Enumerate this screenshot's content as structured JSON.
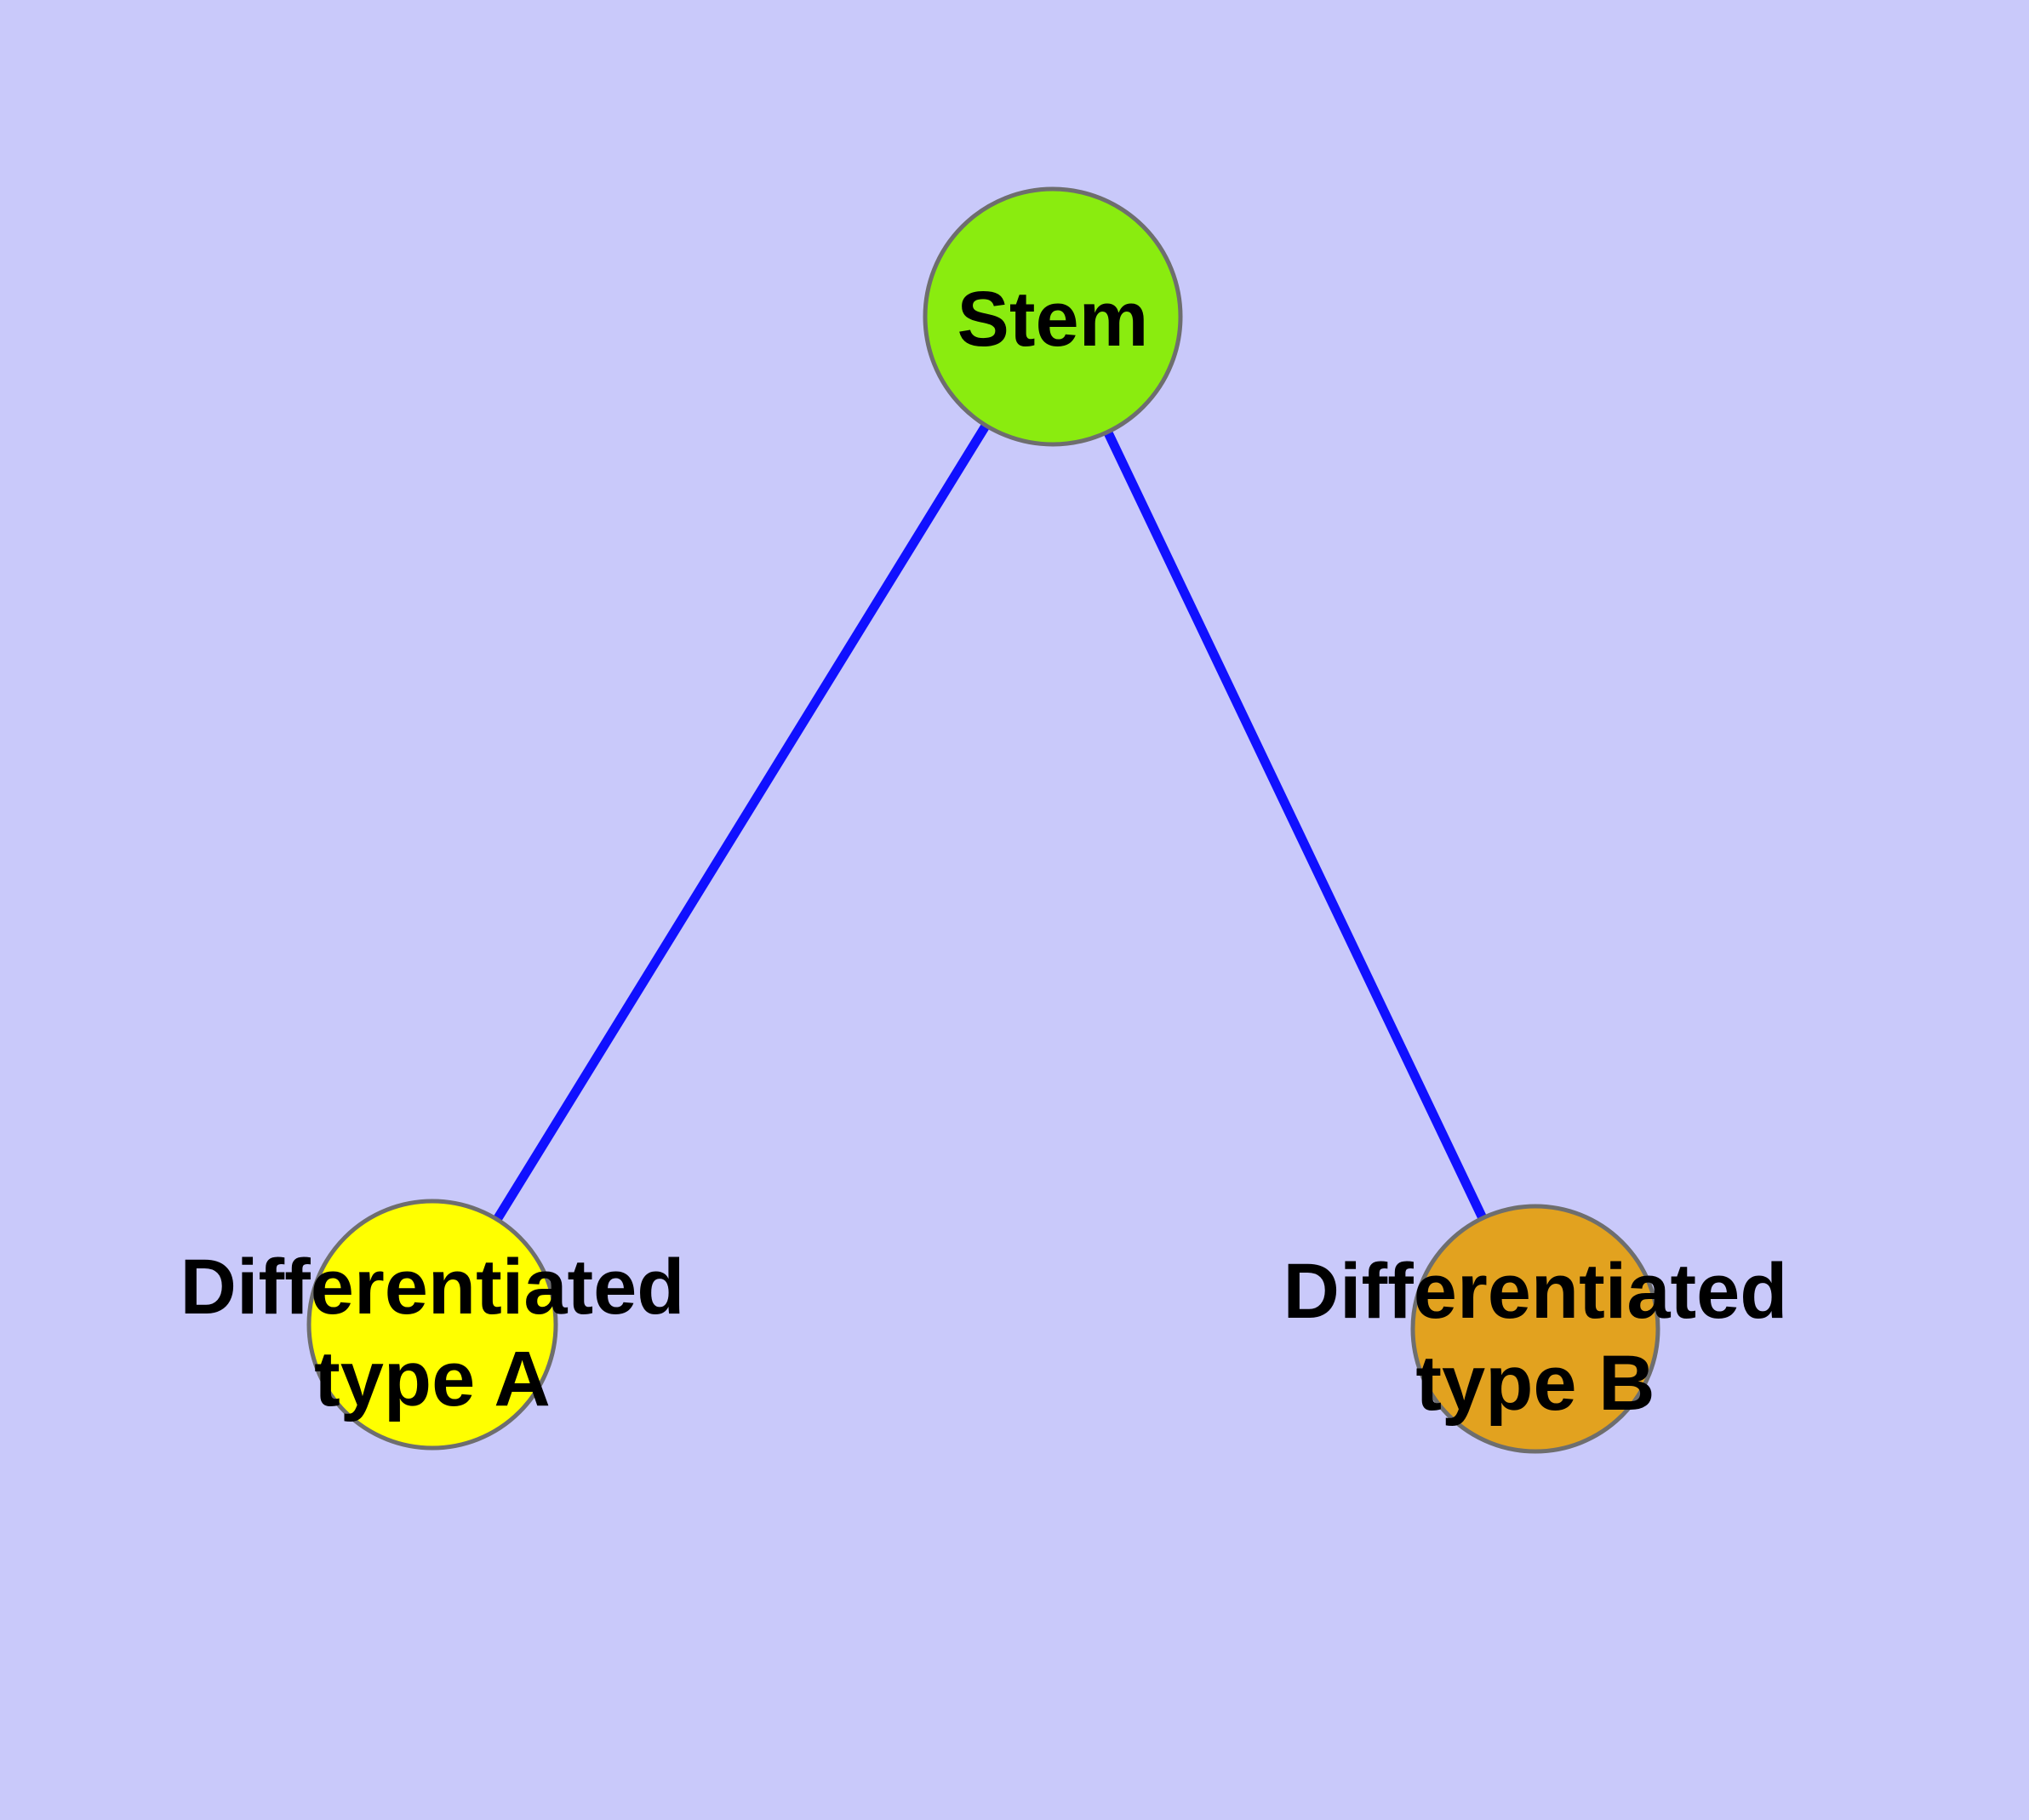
{
  "diagram": {
    "background_color": "#C9C9FA",
    "frame_color": "#FFFFFF",
    "edge_color": "#1010FF",
    "node_border_color": "#6E6E6E",
    "text_color": "#000000",
    "nodes": [
      {
        "id": "stem",
        "label": "Stem",
        "fill": "#8AEC0F"
      },
      {
        "id": "differentiated-type-a",
        "label": "Differentiated type A",
        "label_line1": "Differentiated",
        "label_line2": "type A",
        "fill": "#FFFF00"
      },
      {
        "id": "differentiated-type-b",
        "label": "Differentiated type B",
        "label_line1": "Differentiated",
        "label_line2": "type B",
        "fill": "#E2A21F"
      }
    ],
    "edges": [
      {
        "from": "stem",
        "to": "differentiated-type-a"
      },
      {
        "from": "stem",
        "to": "differentiated-type-b"
      }
    ]
  }
}
